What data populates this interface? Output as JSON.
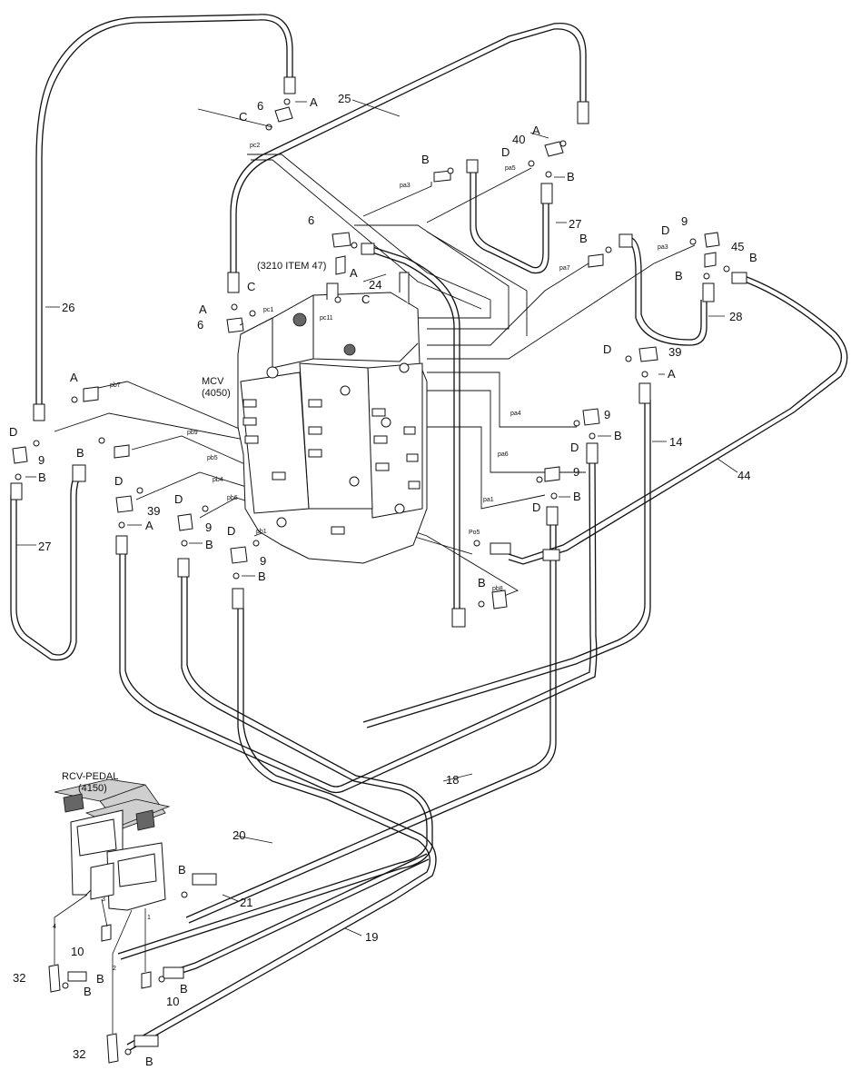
{
  "diagram": {
    "components": {
      "mcv_name": "MCV",
      "mcv_code": "(4050)",
      "rcv_name": "RCV-PEDAL",
      "rcv_code": "(4150)",
      "ref_note": "(3210 ITEM 47)"
    },
    "item_numbers": {
      "i6a": "6",
      "i6b": "6",
      "i6c": "6",
      "i25": "25",
      "i24": "24",
      "i26": "26",
      "i27a": "27",
      "i27b": "27",
      "i28": "28",
      "i40": "40",
      "i9a": "9",
      "i9b": "9",
      "i9c": "9",
      "i9d": "9",
      "i9e": "9",
      "i9f": "9",
      "i45": "45",
      "i39a": "39",
      "i39b": "39",
      "i14": "14",
      "i44": "44",
      "i18": "18",
      "i20": "20",
      "i21": "21",
      "i19": "19",
      "i10a": "10",
      "i10b": "10",
      "i32a": "32",
      "i32b": "32"
    },
    "letters": {
      "A1": "A",
      "A2": "A",
      "A3": "A",
      "A4": "A",
      "A5": "A",
      "A6": "A",
      "A7": "A",
      "B1": "B",
      "B2": "B",
      "B3": "B",
      "B4": "B",
      "B5": "B",
      "B6": "B",
      "B7": "B",
      "B8": "B",
      "B9": "B",
      "B10": "B",
      "B11": "B",
      "B12": "B",
      "B13": "B",
      "B14": "B",
      "B15": "B",
      "B16": "B",
      "B17": "B",
      "C1": "C",
      "C2": "C",
      "C3": "C",
      "D1": "D",
      "D2": "D",
      "D3": "D",
      "D4": "D",
      "D5": "D",
      "D6": "D",
      "D7": "D",
      "D8": "D",
      "D9": "D"
    },
    "ports": {
      "pc2": "pc2",
      "pa3a": "pa3",
      "pa5": "pa5",
      "pa7": "pa7",
      "pa3b": "pa3",
      "pc1": "pc1",
      "pc11": "pc11",
      "pb7": "pb7",
      "pb9": "pb9",
      "pb5": "pb5",
      "pb4": "pb4",
      "pb6": "pb6",
      "pb1": "pb1",
      "pa4": "pa4",
      "pa6": "pa6",
      "pa1": "pa1",
      "po5": "Po5",
      "pb8": "pb8"
    },
    "pedal_ports": {
      "p1": "1",
      "p2": "2",
      "p3": "3",
      "p4": "4"
    }
  }
}
